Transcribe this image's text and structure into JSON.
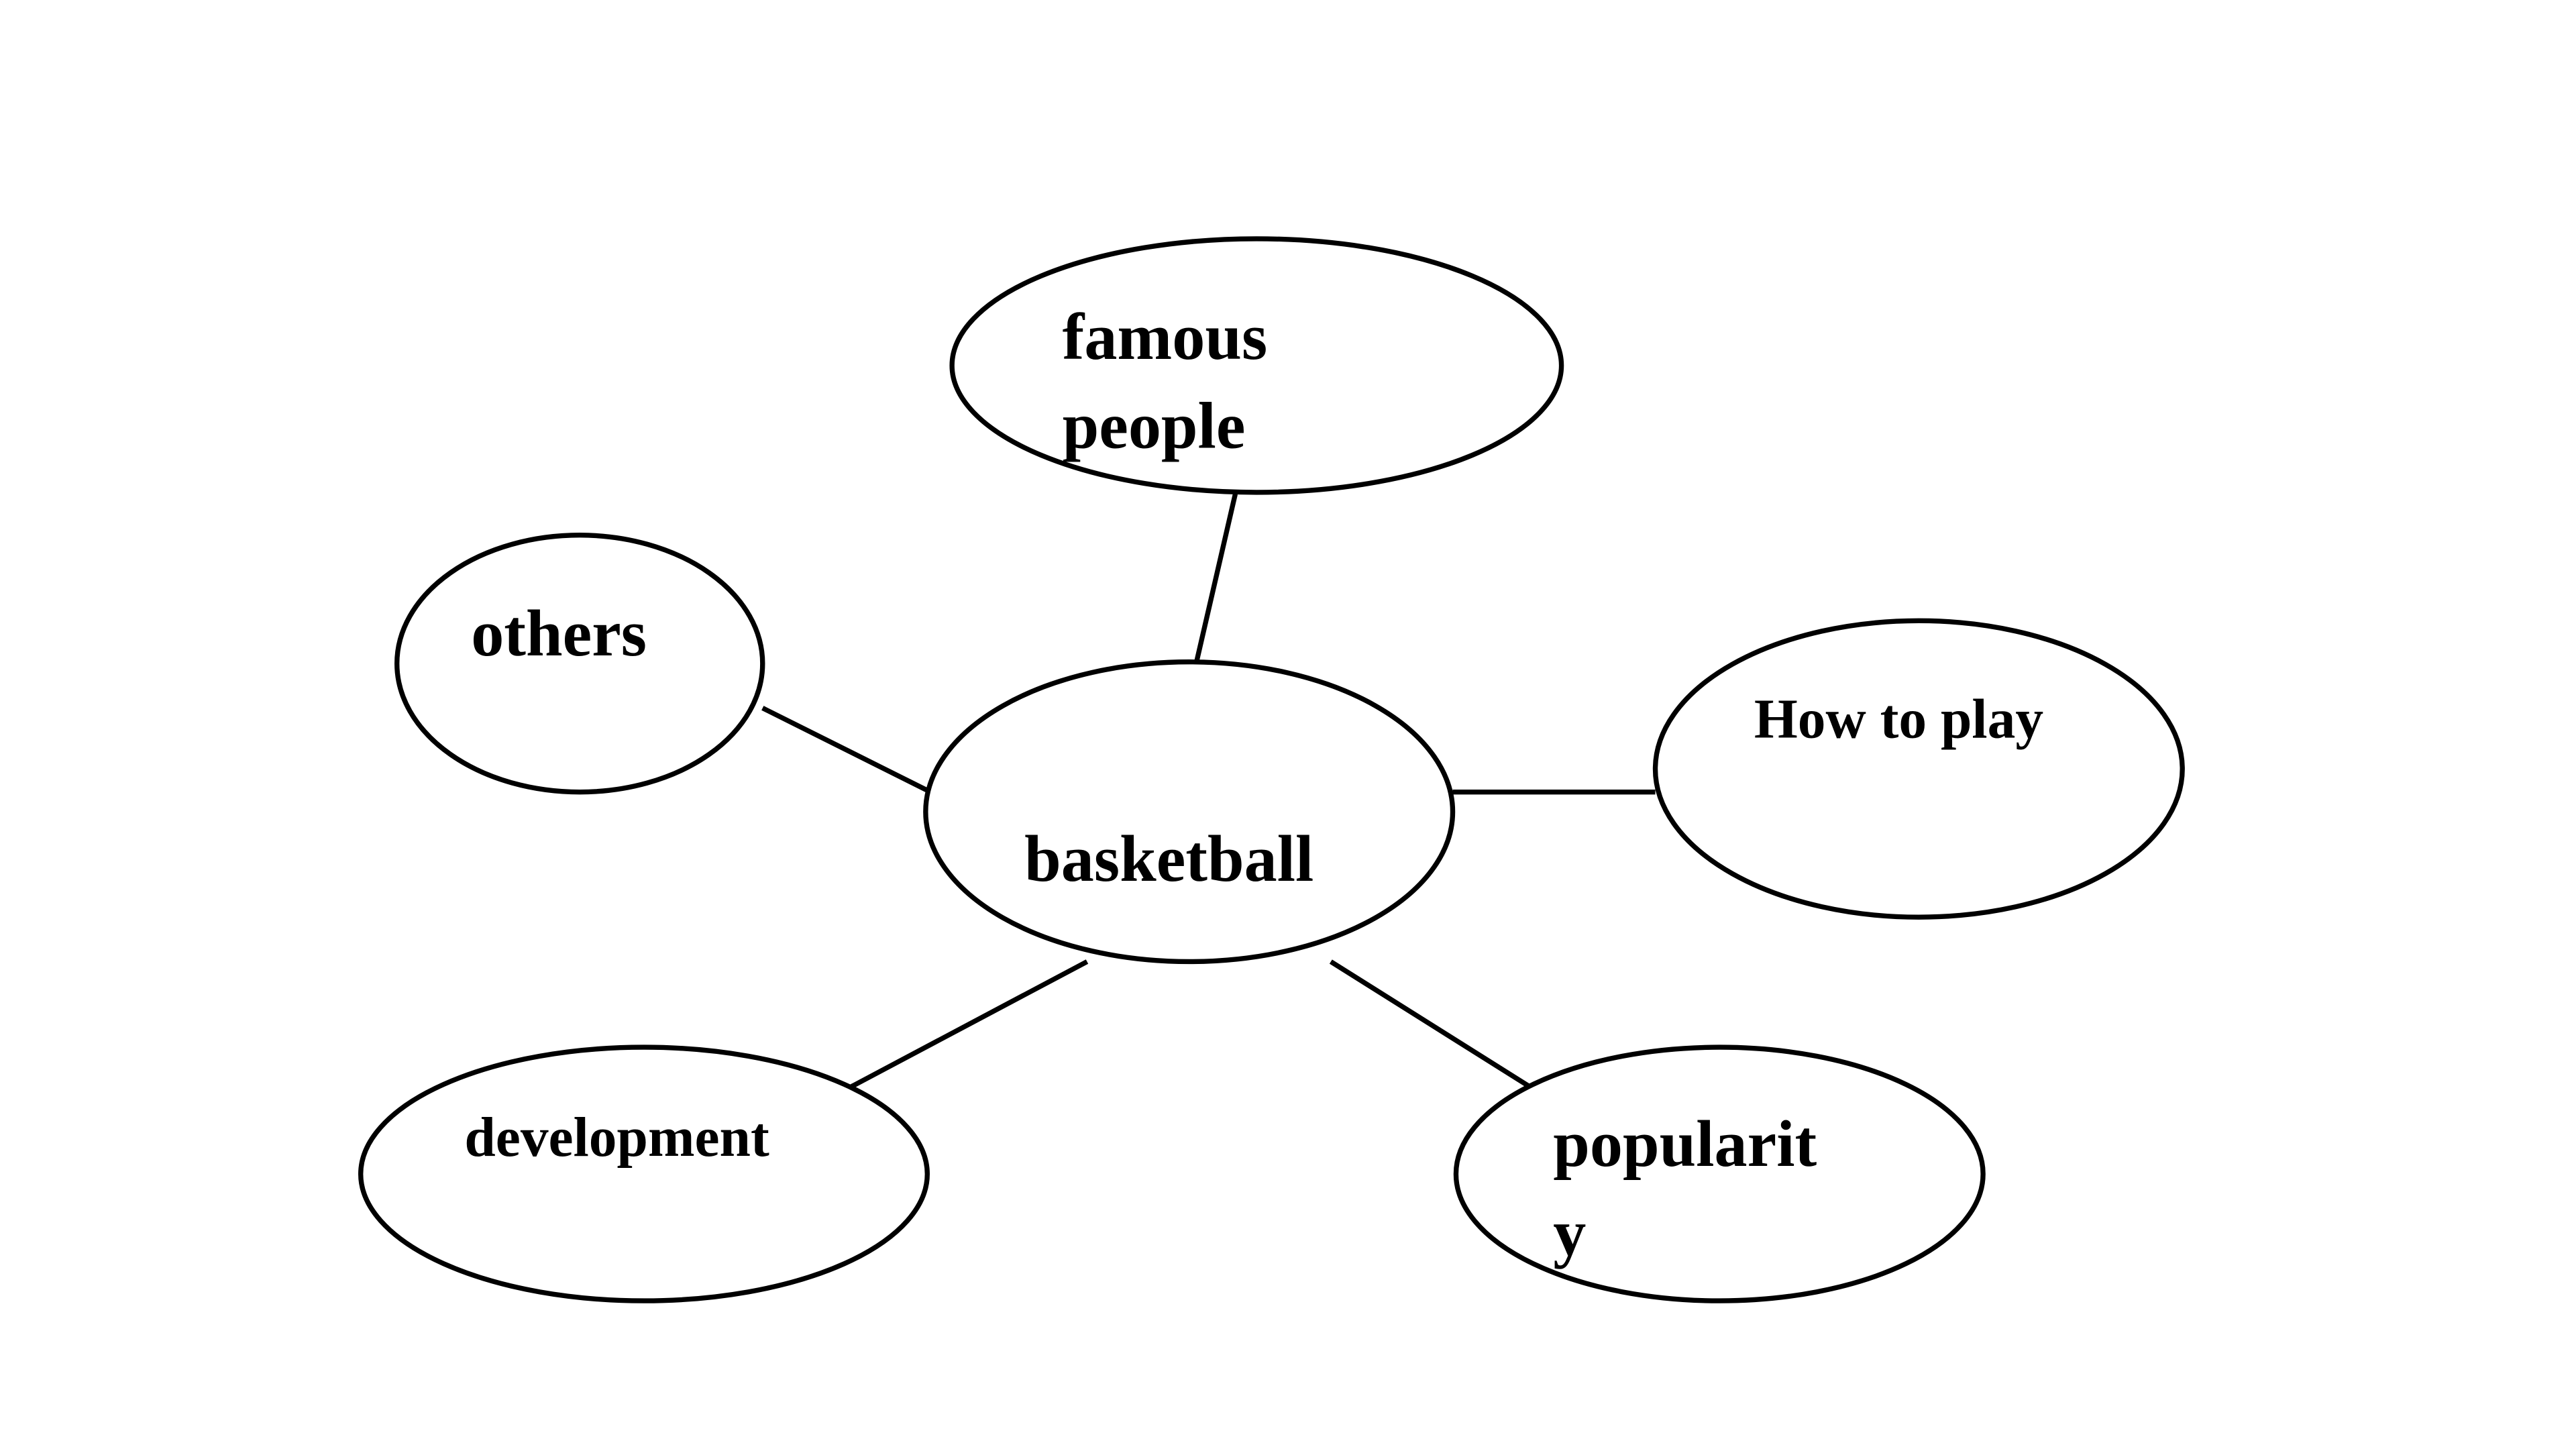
{
  "nodes": {
    "center": {
      "label": "basketball"
    },
    "famous_people": {
      "line1": "famous",
      "line2": "people"
    },
    "others": {
      "label": "others"
    },
    "how_to_play": {
      "label": "How to play"
    },
    "development": {
      "label": "development"
    },
    "popularity": {
      "line1": "popularit",
      "line2": "y"
    }
  },
  "colors": {
    "stroke": "#000000",
    "fill": "#ffffff",
    "text": "#000000"
  }
}
